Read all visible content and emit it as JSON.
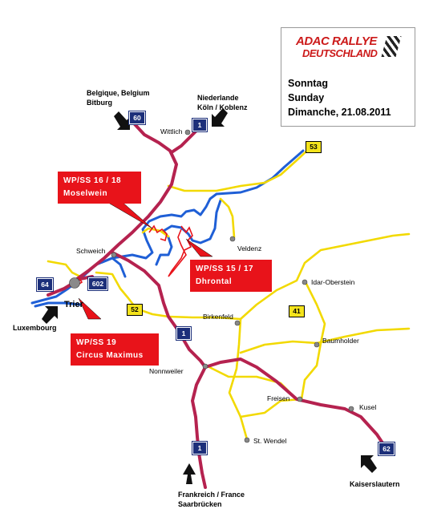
{
  "info": {
    "logo_line1": "ADAC RALLYE",
    "logo_line2": "DEUTSCHLAND",
    "day_de": "Sonntag",
    "day_en": "Sunday",
    "day_fr": "Dimanche, 21.08.2011"
  },
  "external": {
    "belgium_l1": "Belgique, Belgium",
    "belgium_l2": "Bitburg",
    "netherlands_l1": "Niederlande",
    "netherlands_l2": "Köln / Koblenz",
    "luxembourg": "Luxembourg",
    "france_l1": "Frankreich / France",
    "france_l2": "Saarbrücken",
    "kaiserslautern": "Kaiserslautern"
  },
  "places": {
    "wittlich": "Wittlich",
    "schweich": "Schweich",
    "trier": "Trier",
    "veldenz": "Veldenz",
    "idar": "Idar-Oberstein",
    "birkenfeld": "Birkenfeld",
    "baumholder": "Baumholder",
    "nonnweiler": "Nonnweiler",
    "freisen": "Freisen",
    "kusel": "Kusel",
    "stwendel": "St. Wendel"
  },
  "stages": {
    "ss16_l1": "WP/SS  16 / 18",
    "ss16_l2": "Moselwein",
    "ss15_l1": "WP/SS  15 / 17",
    "ss15_l2": "Dhrontal",
    "ss19_l1": "WP/SS  19",
    "ss19_l2": "Circus Maximus"
  },
  "roads": {
    "a60": "60",
    "a1_top": "1",
    "a64": "64",
    "a602": "602",
    "a1_mid": "1",
    "a1_bottom": "1",
    "a62": "62",
    "b53": "53",
    "b52": "52",
    "b41": "41"
  },
  "colors": {
    "motorway": "#b5224f",
    "yellow_road": "#f2d900",
    "blue_river": "#1f5fd6",
    "stage_red": "#e8131a",
    "shield_blue": "#1c2f7a"
  }
}
